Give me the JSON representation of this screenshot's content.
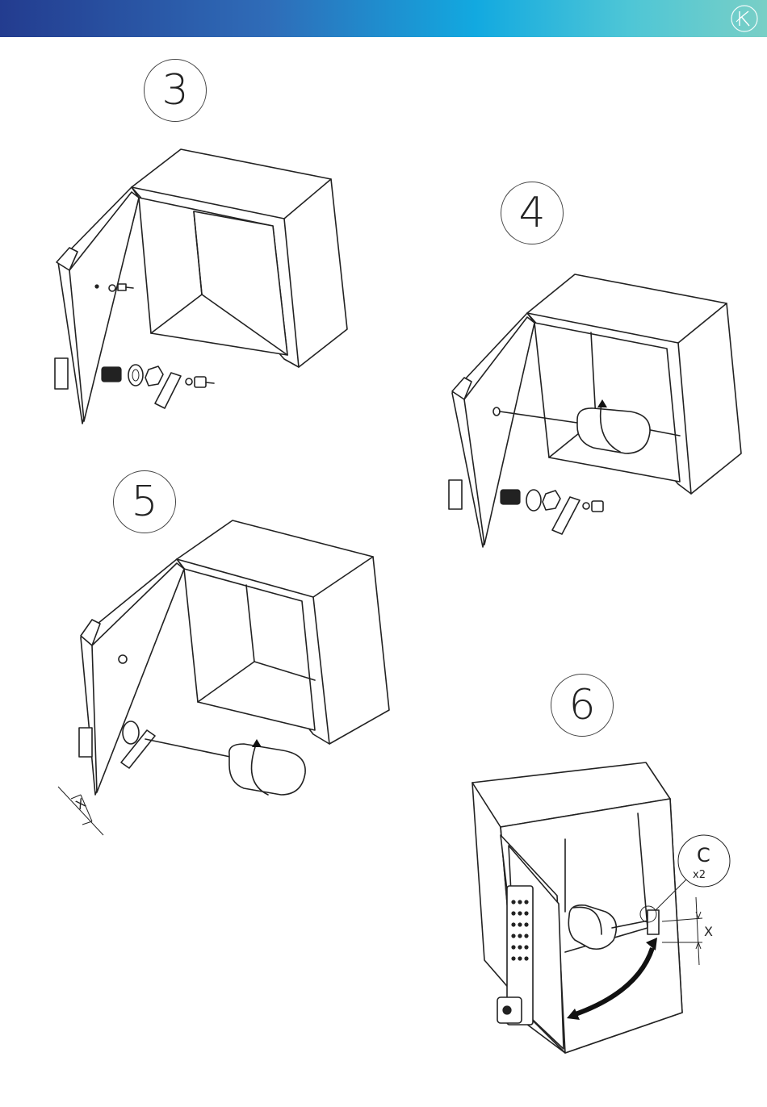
{
  "header": {
    "colors": {
      "start": "#233c8f",
      "mid": "#12a9e0",
      "end": "#79cfc6"
    },
    "logo_icon": "k-monogram-icon"
  },
  "steps": [
    {
      "number": "3"
    },
    {
      "number": "4"
    },
    {
      "number": "5"
    },
    {
      "number": "6"
    }
  ],
  "annotations": {
    "step5_dimension": "X",
    "step6_dimension": "X",
    "step6_callout_letter": "C",
    "step6_callout_qty": "x2"
  }
}
